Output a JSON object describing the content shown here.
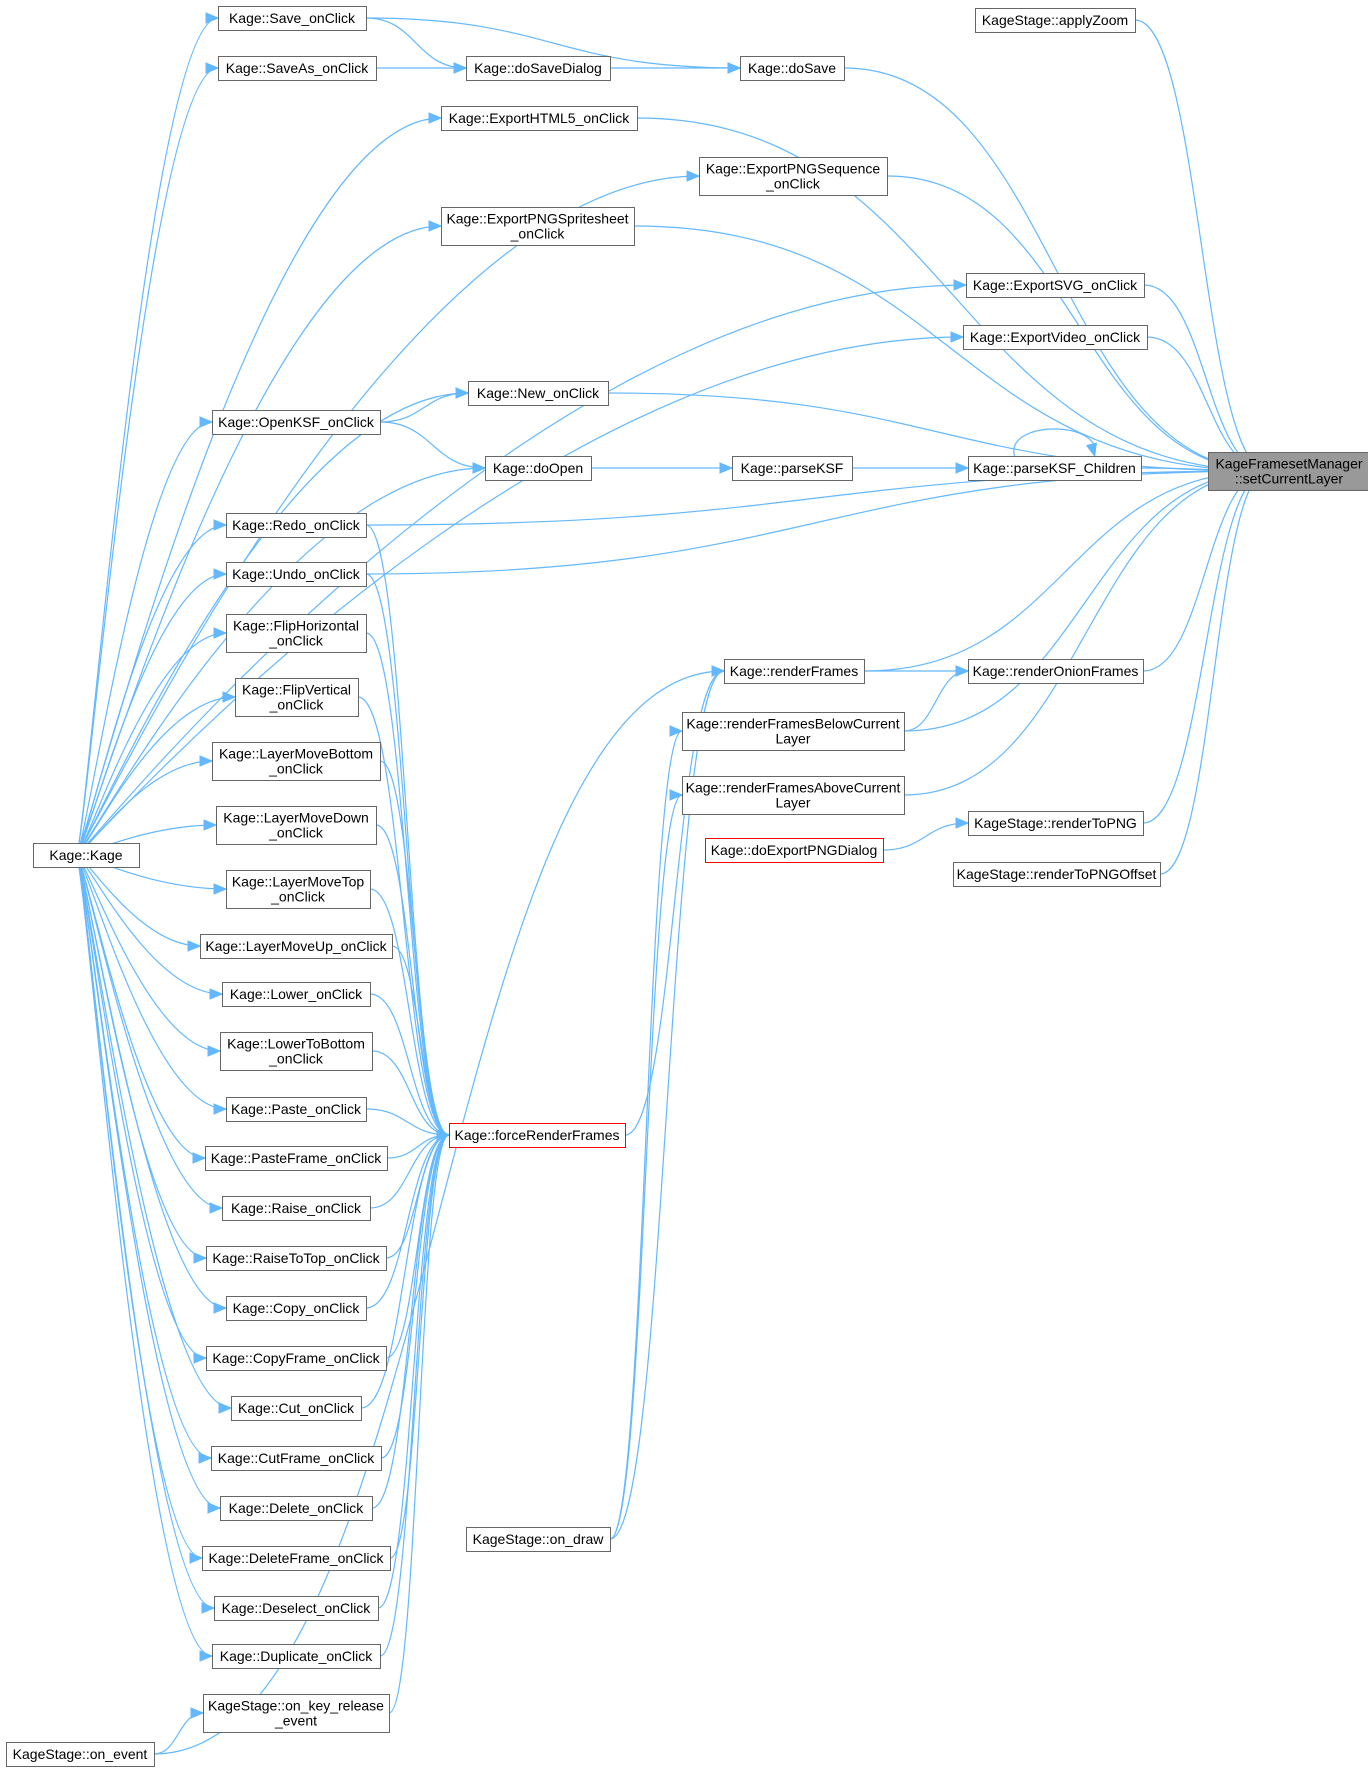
{
  "colors": {
    "edge": "#63b8ff",
    "node_border": "#666666",
    "node_highlight_border": "#ff0000",
    "focus_fill": "#999999",
    "background": "#ffffff"
  },
  "nodes": [
    {
      "id": "focus",
      "lines": [
        "KageFramesetManager",
        "::setCurrentLayer"
      ],
      "style": "focus"
    },
    {
      "id": "applyZoom",
      "lines": [
        "KageStage::applyZoom"
      ]
    },
    {
      "id": "doSave",
      "lines": [
        "Kage::doSave"
      ]
    },
    {
      "id": "saveOnClick",
      "lines": [
        "Kage::Save_onClick"
      ]
    },
    {
      "id": "saveAsOnClick",
      "lines": [
        "Kage::SaveAs_onClick"
      ]
    },
    {
      "id": "doSaveDialog",
      "lines": [
        "Kage::doSaveDialog"
      ]
    },
    {
      "id": "exportHtml5",
      "lines": [
        "Kage::ExportHTML5_onClick"
      ]
    },
    {
      "id": "exportPngSeq",
      "lines": [
        "Kage::ExportPNGSequence",
        "_onClick"
      ]
    },
    {
      "id": "exportPngSprite",
      "lines": [
        "Kage::ExportPNGSpritesheet",
        "_onClick"
      ]
    },
    {
      "id": "exportSvg",
      "lines": [
        "Kage::ExportSVG_onClick"
      ]
    },
    {
      "id": "exportVideo",
      "lines": [
        "Kage::ExportVideo_onClick"
      ]
    },
    {
      "id": "newOnClick",
      "lines": [
        "Kage::New_onClick"
      ]
    },
    {
      "id": "openKsf",
      "lines": [
        "Kage::OpenKSF_onClick"
      ]
    },
    {
      "id": "doOpen",
      "lines": [
        "Kage::doOpen"
      ]
    },
    {
      "id": "parseKsf",
      "lines": [
        "Kage::parseKSF"
      ]
    },
    {
      "id": "parseKsfChildren",
      "lines": [
        "Kage::parseKSF_Children"
      ]
    },
    {
      "id": "redo",
      "lines": [
        "Kage::Redo_onClick"
      ]
    },
    {
      "id": "undo",
      "lines": [
        "Kage::Undo_onClick"
      ]
    },
    {
      "id": "flipH",
      "lines": [
        "Kage::FlipHorizontal",
        "_onClick"
      ]
    },
    {
      "id": "flipV",
      "lines": [
        "Kage::FlipVertical",
        "_onClick"
      ]
    },
    {
      "id": "layerBottom",
      "lines": [
        "Kage::LayerMoveBottom",
        "_onClick"
      ]
    },
    {
      "id": "layerDown",
      "lines": [
        "Kage::LayerMoveDown",
        "_onClick"
      ]
    },
    {
      "id": "layerTop",
      "lines": [
        "Kage::LayerMoveTop",
        "_onClick"
      ]
    },
    {
      "id": "layerUp",
      "lines": [
        "Kage::LayerMoveUp_onClick"
      ]
    },
    {
      "id": "lower",
      "lines": [
        "Kage::Lower_onClick"
      ]
    },
    {
      "id": "lowerBottom",
      "lines": [
        "Kage::LowerToBottom",
        "_onClick"
      ]
    },
    {
      "id": "paste",
      "lines": [
        "Kage::Paste_onClick"
      ]
    },
    {
      "id": "pasteFrame",
      "lines": [
        "Kage::PasteFrame_onClick"
      ]
    },
    {
      "id": "raise",
      "lines": [
        "Kage::Raise_onClick"
      ]
    },
    {
      "id": "raiseTop",
      "lines": [
        "Kage::RaiseToTop_onClick"
      ]
    },
    {
      "id": "copy",
      "lines": [
        "Kage::Copy_onClick"
      ]
    },
    {
      "id": "copyFrame",
      "lines": [
        "Kage::CopyFrame_onClick"
      ]
    },
    {
      "id": "cut",
      "lines": [
        "Kage::Cut_onClick"
      ]
    },
    {
      "id": "cutFrame",
      "lines": [
        "Kage::CutFrame_onClick"
      ]
    },
    {
      "id": "del",
      "lines": [
        "Kage::Delete_onClick"
      ]
    },
    {
      "id": "delFrame",
      "lines": [
        "Kage::DeleteFrame_onClick"
      ]
    },
    {
      "id": "deselect",
      "lines": [
        "Kage::Deselect_onClick"
      ]
    },
    {
      "id": "duplicate",
      "lines": [
        "Kage::Duplicate_onClick"
      ]
    },
    {
      "id": "keyRelease",
      "lines": [
        "KageStage::on_key_release",
        "_event"
      ]
    },
    {
      "id": "onEvent",
      "lines": [
        "KageStage::on_event"
      ]
    },
    {
      "id": "kage",
      "lines": [
        "Kage::Kage"
      ]
    },
    {
      "id": "forceRender",
      "lines": [
        "Kage::forceRenderFrames"
      ],
      "style": "highlight"
    },
    {
      "id": "renderFrames",
      "lines": [
        "Kage::renderFrames"
      ]
    },
    {
      "id": "renderOnion",
      "lines": [
        "Kage::renderOnionFrames"
      ]
    },
    {
      "id": "renderBelow",
      "lines": [
        "Kage::renderFramesBelowCurrent",
        "Layer"
      ]
    },
    {
      "id": "renderAbove",
      "lines": [
        "Kage::renderFramesAboveCurrent",
        "Layer"
      ]
    },
    {
      "id": "renderToPng",
      "lines": [
        "KageStage::renderToPNG"
      ]
    },
    {
      "id": "doExportPng",
      "lines": [
        "Kage::doExportPNGDialog"
      ],
      "style": "highlight"
    },
    {
      "id": "renderToPngOffset",
      "lines": [
        "KageStage::renderToPNGOffset"
      ]
    },
    {
      "id": "onDraw",
      "lines": [
        "KageStage::on_draw"
      ]
    }
  ],
  "edges": [
    [
      "applyZoom",
      "focus"
    ],
    [
      "doSave",
      "focus"
    ],
    [
      "exportHtml5",
      "focus"
    ],
    [
      "exportPngSeq",
      "focus"
    ],
    [
      "exportPngSprite",
      "focus"
    ],
    [
      "exportSvg",
      "focus"
    ],
    [
      "exportVideo",
      "focus"
    ],
    [
      "newOnClick",
      "focus"
    ],
    [
      "parseKsfChildren",
      "focus"
    ],
    [
      "redo",
      "focus"
    ],
    [
      "undo",
      "focus"
    ],
    [
      "renderFrames",
      "focus"
    ],
    [
      "renderOnion",
      "focus"
    ],
    [
      "renderBelow",
      "focus"
    ],
    [
      "renderAbove",
      "focus"
    ],
    [
      "renderToPng",
      "focus"
    ],
    [
      "renderToPngOffset",
      "focus"
    ],
    [
      "saveOnClick",
      "doSave"
    ],
    [
      "doSaveDialog",
      "doSave"
    ],
    [
      "saveOnClick",
      "doSaveDialog"
    ],
    [
      "saveAsOnClick",
      "doSaveDialog"
    ],
    [
      "openKsf",
      "newOnClick"
    ],
    [
      "openKsf",
      "doOpen"
    ],
    [
      "doOpen",
      "parseKsf"
    ],
    [
      "parseKsf",
      "parseKsfChildren"
    ],
    [
      "parseKsfChildren",
      "parseKsfChildren"
    ],
    [
      "renderFrames",
      "renderOnion"
    ],
    [
      "renderBelow",
      "renderOnion"
    ],
    [
      "doExportPng",
      "renderToPng"
    ],
    [
      "kage",
      "saveOnClick"
    ],
    [
      "kage",
      "saveAsOnClick"
    ],
    [
      "kage",
      "exportHtml5"
    ],
    [
      "kage",
      "exportPngSeq"
    ],
    [
      "kage",
      "exportPngSprite"
    ],
    [
      "kage",
      "exportSvg"
    ],
    [
      "kage",
      "exportVideo"
    ],
    [
      "kage",
      "newOnClick"
    ],
    [
      "kage",
      "openKsf"
    ],
    [
      "kage",
      "doOpen"
    ],
    [
      "kage",
      "redo"
    ],
    [
      "kage",
      "undo"
    ],
    [
      "kage",
      "flipH"
    ],
    [
      "kage",
      "flipV"
    ],
    [
      "kage",
      "layerBottom"
    ],
    [
      "kage",
      "layerDown"
    ],
    [
      "kage",
      "layerTop"
    ],
    [
      "kage",
      "layerUp"
    ],
    [
      "kage",
      "lower"
    ],
    [
      "kage",
      "lowerBottom"
    ],
    [
      "kage",
      "paste"
    ],
    [
      "kage",
      "pasteFrame"
    ],
    [
      "kage",
      "raise"
    ],
    [
      "kage",
      "raiseTop"
    ],
    [
      "kage",
      "copy"
    ],
    [
      "kage",
      "copyFrame"
    ],
    [
      "kage",
      "cut"
    ],
    [
      "kage",
      "cutFrame"
    ],
    [
      "kage",
      "del"
    ],
    [
      "kage",
      "delFrame"
    ],
    [
      "kage",
      "deselect"
    ],
    [
      "kage",
      "duplicate"
    ],
    [
      "redo",
      "forceRender"
    ],
    [
      "undo",
      "forceRender"
    ],
    [
      "flipH",
      "forceRender"
    ],
    [
      "flipV",
      "forceRender"
    ],
    [
      "layerBottom",
      "forceRender"
    ],
    [
      "layerDown",
      "forceRender"
    ],
    [
      "layerTop",
      "forceRender"
    ],
    [
      "layerUp",
      "forceRender"
    ],
    [
      "lower",
      "forceRender"
    ],
    [
      "lowerBottom",
      "forceRender"
    ],
    [
      "paste",
      "forceRender"
    ],
    [
      "pasteFrame",
      "forceRender"
    ],
    [
      "raise",
      "forceRender"
    ],
    [
      "raiseTop",
      "forceRender"
    ],
    [
      "copy",
      "forceRender"
    ],
    [
      "copyFrame",
      "forceRender"
    ],
    [
      "cut",
      "forceRender"
    ],
    [
      "cutFrame",
      "forceRender"
    ],
    [
      "del",
      "forceRender"
    ],
    [
      "delFrame",
      "forceRender"
    ],
    [
      "deselect",
      "forceRender"
    ],
    [
      "duplicate",
      "forceRender"
    ],
    [
      "keyRelease",
      "forceRender"
    ],
    [
      "onEvent",
      "keyRelease"
    ],
    [
      "onEvent",
      "renderFrames"
    ],
    [
      "forceRender",
      "renderFrames"
    ],
    [
      "onDraw",
      "renderFrames"
    ],
    [
      "onDraw",
      "renderBelow"
    ],
    [
      "onDraw",
      "renderAbove"
    ]
  ]
}
